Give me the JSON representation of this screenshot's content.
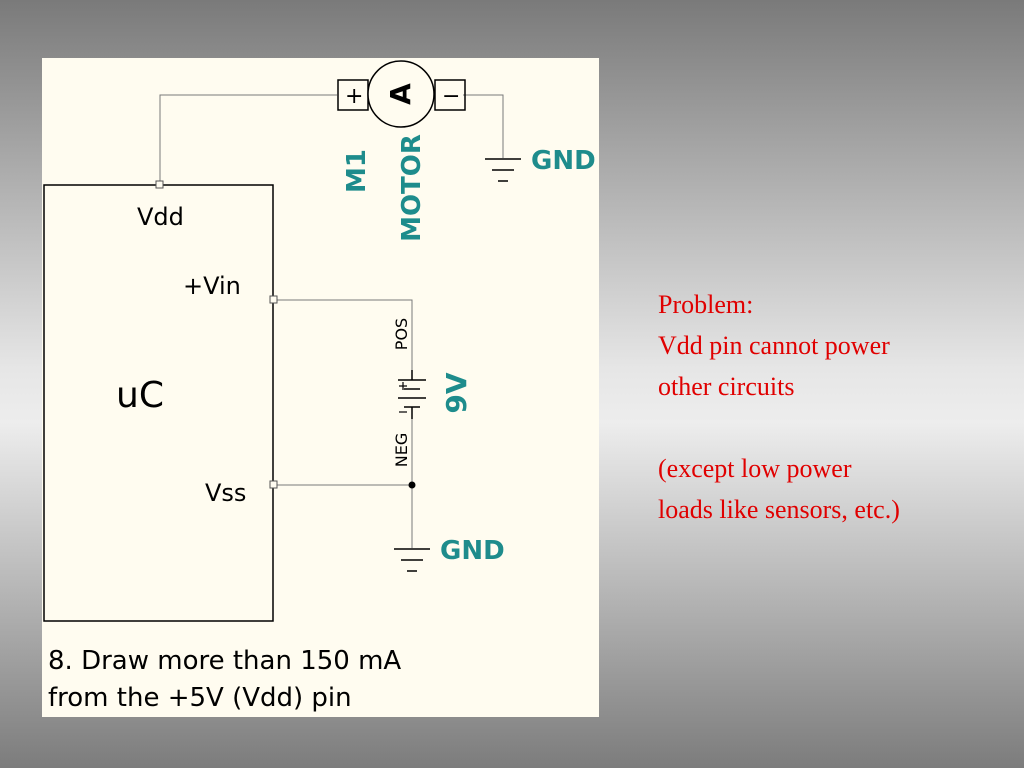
{
  "schematic": {
    "controller": {
      "label": "uC",
      "pin_vdd": "Vdd",
      "pin_vin": "+Vin",
      "pin_vss": "Vss"
    },
    "motor": {
      "ref": "M1",
      "name": "MOTOR",
      "symbol": "A",
      "plus": "+",
      "minus": "−",
      "ground": "GND"
    },
    "battery": {
      "value": "9V",
      "pos": "POS",
      "neg": "NEG",
      "ground": "GND"
    },
    "caption": {
      "line1": "8. Draw more than 150 mA",
      "line2": "from the +5V (Vdd) pin"
    }
  },
  "note": {
    "line1": "Problem:",
    "line2": "Vdd pin cannot power",
    "line3": "other circuits",
    "line4": "(except low power",
    "line5": "loads like sensors, etc.)"
  }
}
